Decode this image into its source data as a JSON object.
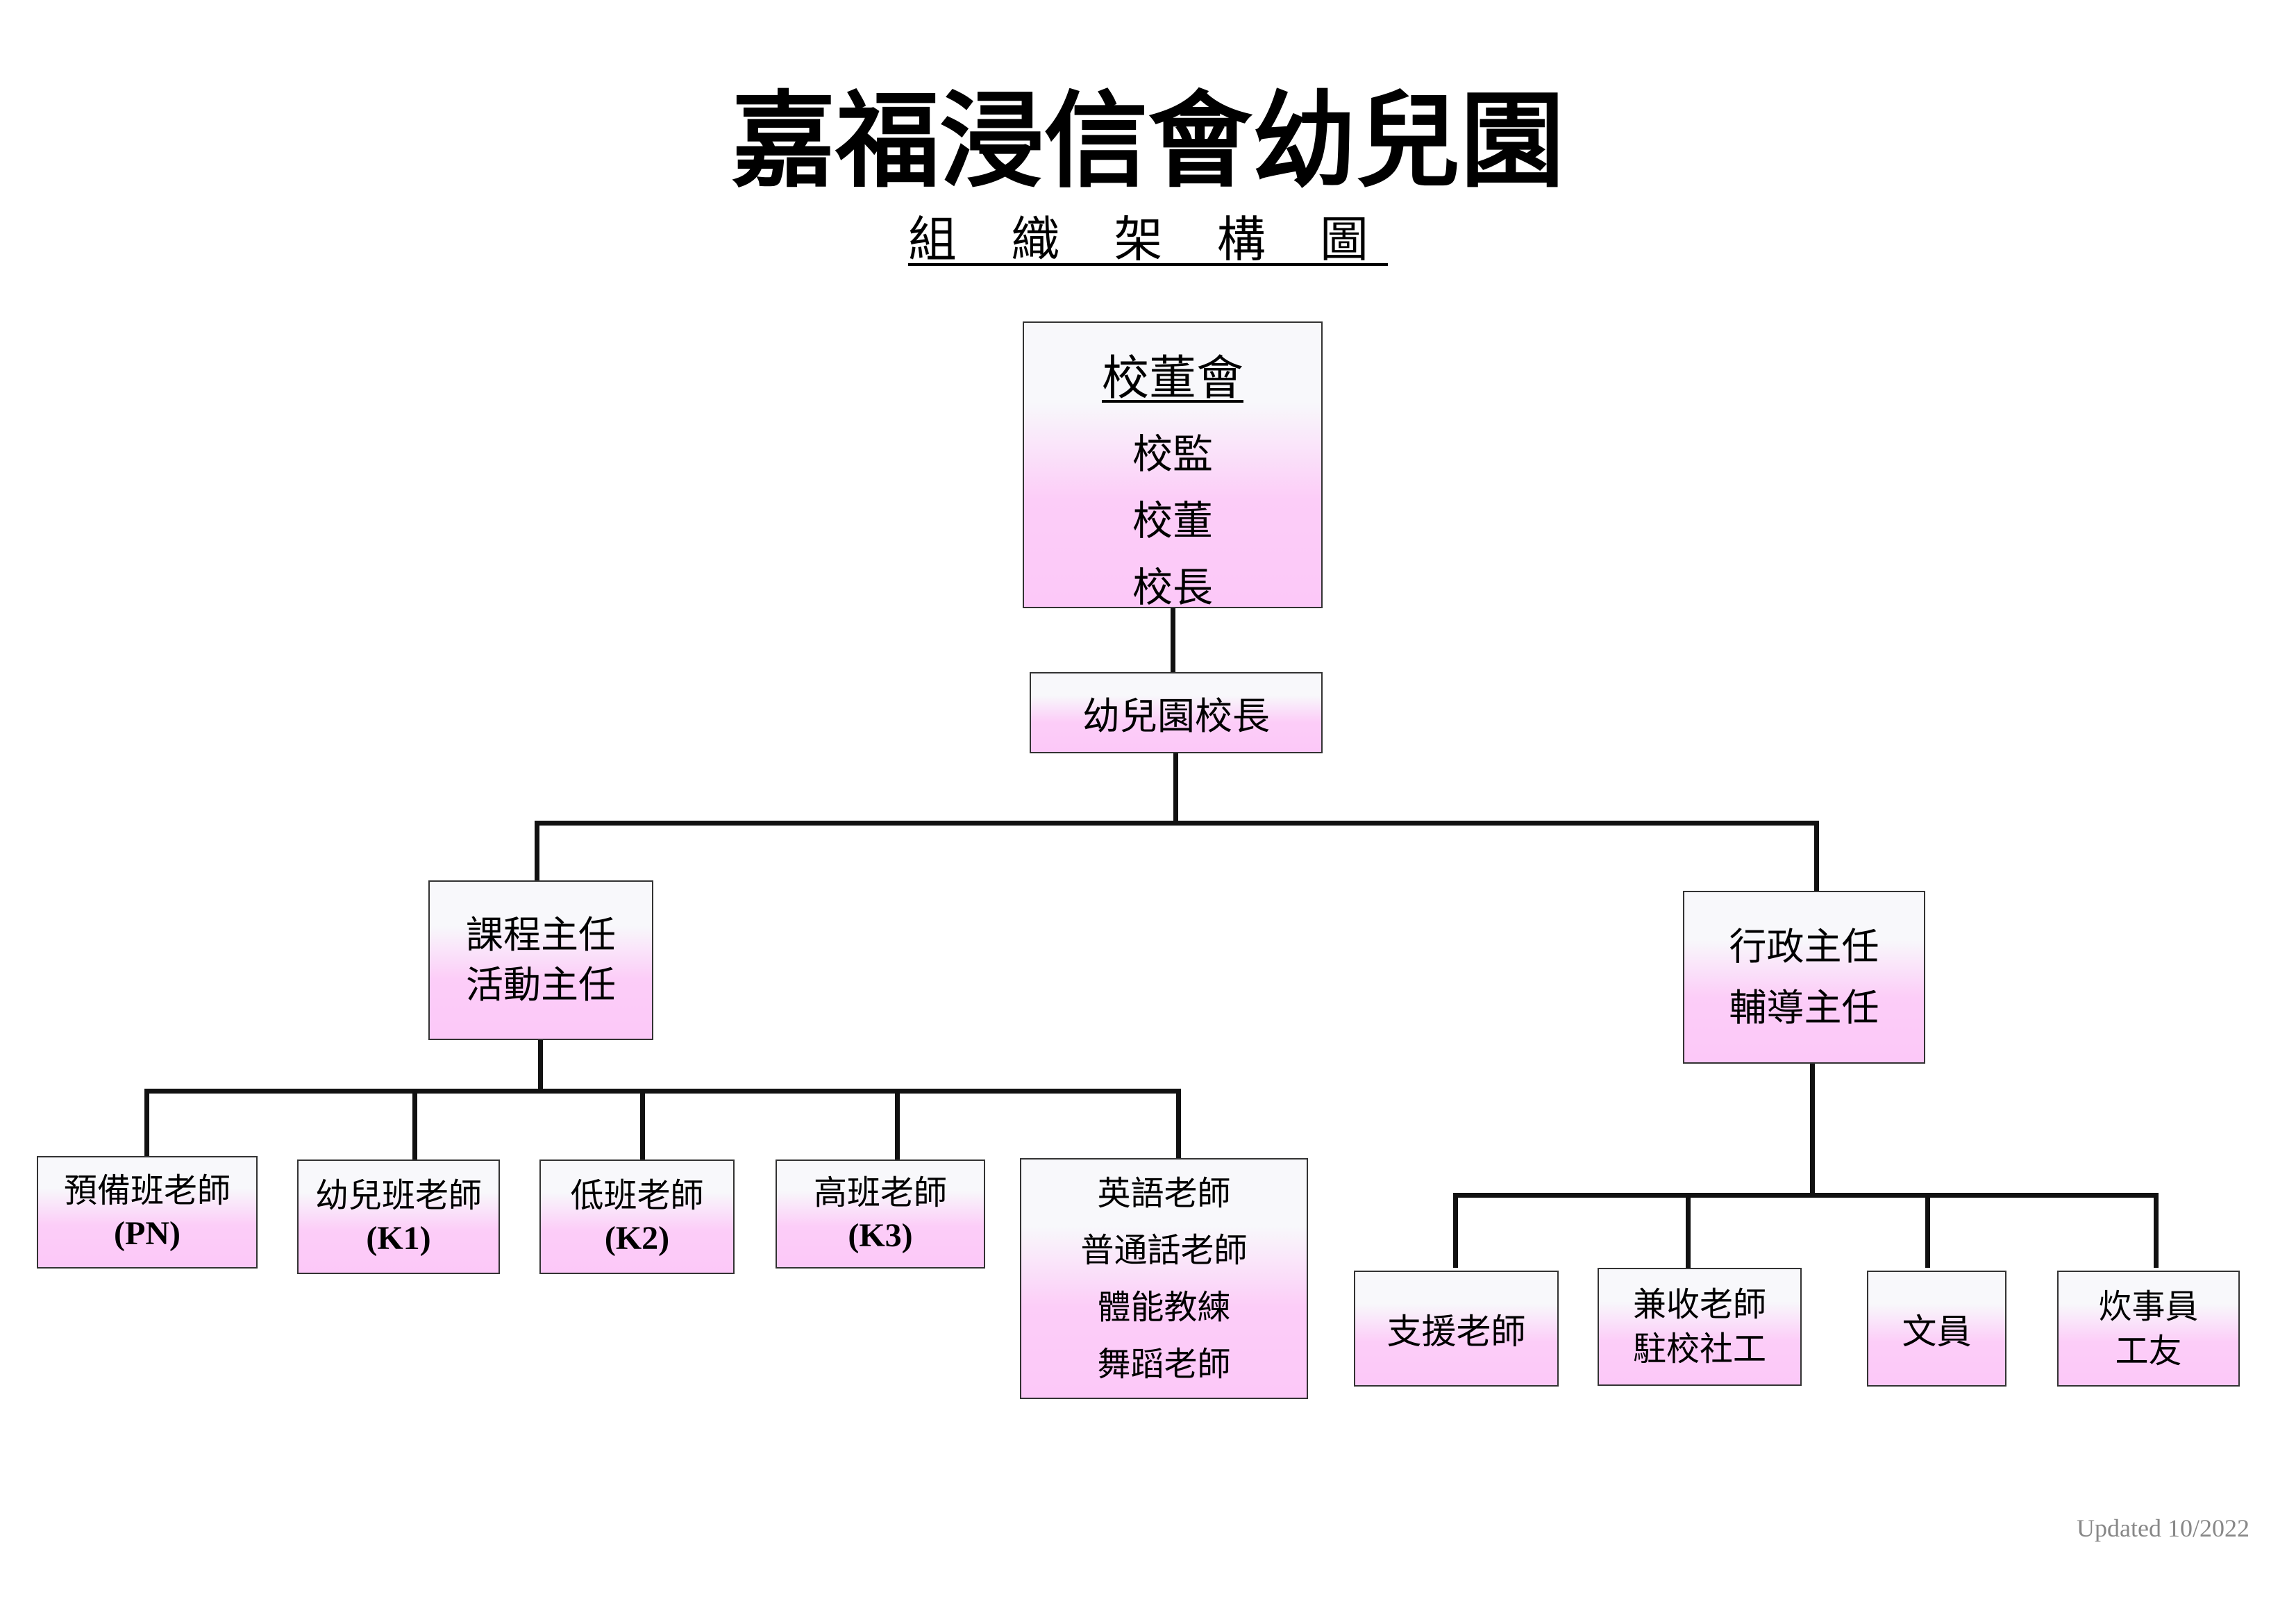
{
  "title": "嘉福浸信會幼兒園",
  "subtitle": "組 織 架 構 圖",
  "board": {
    "heading": "校董會",
    "members": [
      "校監",
      "校董",
      "校長"
    ]
  },
  "principal": "幼兒園校長",
  "curriculum": [
    "課程主任",
    "活動主任"
  ],
  "admin": [
    "行政主任",
    "輔導主任"
  ],
  "teachers": [
    {
      "name": "預備班老師",
      "code": "(PN)"
    },
    {
      "name": "幼兒班老師",
      "code": "(K1)"
    },
    {
      "name": "低班老師",
      "code": "(K2)"
    },
    {
      "name": "高班老師",
      "code": "(K3)"
    }
  ],
  "special_teachers": [
    "英語老師",
    "普通話老師",
    "體能教練",
    "舞蹈老師"
  ],
  "support": {
    "support_teacher": "支援老師",
    "part_time": [
      "兼收老師",
      "駐校社工"
    ],
    "clerk": "文員",
    "workers": [
      "炊事員",
      "工友"
    ]
  },
  "footer": "Updated 10/2022"
}
